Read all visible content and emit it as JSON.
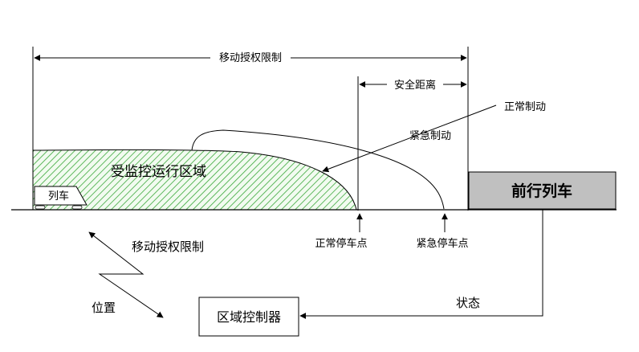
{
  "labels": {
    "movement_authority_top": "移动授权限制",
    "safety_distance": "安全距离",
    "normal_braking": "正常制动",
    "emergency_braking": "紧急制动",
    "supervised_zone": "受监控运行区域",
    "train": "列车",
    "front_train": "前行列车",
    "normal_stop_point": "正常停车点",
    "emergency_stop_point": "紧急停车点",
    "movement_authority_radio": "移动授权限制",
    "position": "位置",
    "zone_controller": "区域控制器",
    "status": "状态"
  },
  "colors": {
    "hatch": "#3aa83a",
    "hatch_bg": "#f2fbf0",
    "front_train_fill": "#c0c0c0",
    "line": "#000000"
  }
}
